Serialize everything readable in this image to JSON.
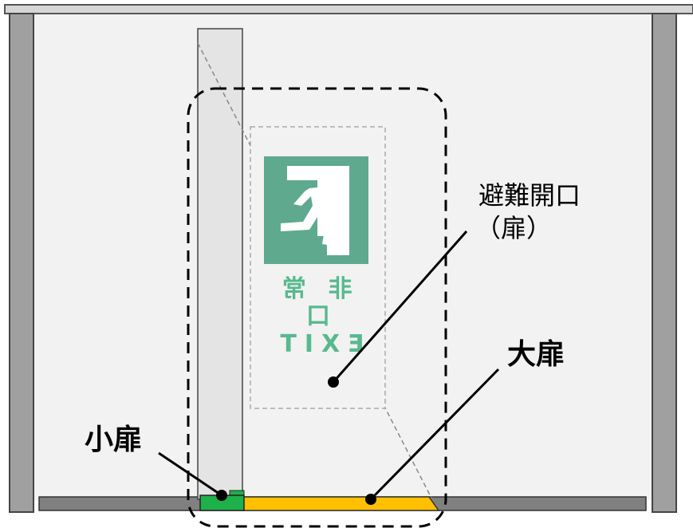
{
  "labels": {
    "evacuation_opening_line1": "避難開口",
    "evacuation_opening_line2": "（扉）",
    "large_door": "大扉",
    "small_door": "小扉"
  },
  "exit_sign": {
    "kanji_right": "非",
    "kanji_left": "常",
    "kanji_center": "口",
    "english": "EXIT",
    "mirrored": true,
    "panel_color": "#5fa98f",
    "figure_color": "#ffffff"
  },
  "colors": {
    "large_door": "#ffc000",
    "small_door": "#1eb04b",
    "pillar": "#a0a0a0",
    "wall": "#f2f2f2",
    "floor_rail": "#808080",
    "outline": "#000000"
  }
}
